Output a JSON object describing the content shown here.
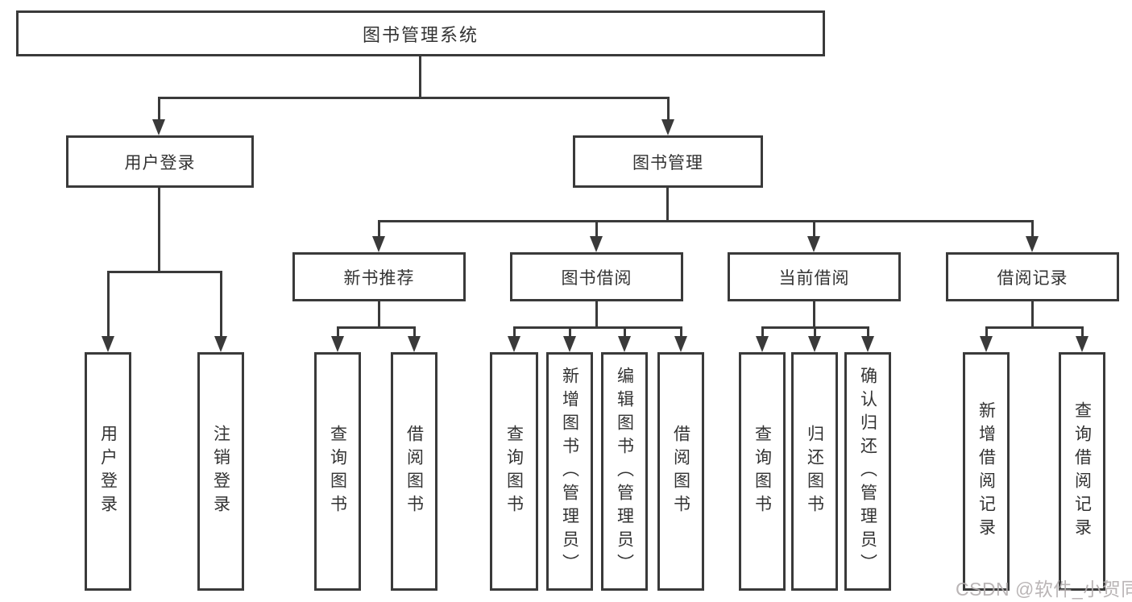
{
  "colors": {
    "line": "#3a3a3a",
    "box_border": "#3a3a3a",
    "text": "#333333",
    "watermark": "#b3aeaf",
    "background": "#ffffff"
  },
  "diagram": {
    "root": {
      "label": "图书管理系统"
    },
    "level2": [
      {
        "label": "用户登录"
      },
      {
        "label": "图书管理"
      }
    ],
    "level3": [
      {
        "label": "新书推荐",
        "parent": "图书管理"
      },
      {
        "label": "图书借阅",
        "parent": "图书管理"
      },
      {
        "label": "当前借阅",
        "parent": "图书管理"
      },
      {
        "label": "借阅记录",
        "parent": "图书管理"
      }
    ],
    "leaves": [
      {
        "label": "用户登录",
        "parent": "用户登录"
      },
      {
        "label": "注销登录",
        "parent": "用户登录"
      },
      {
        "label": "查询图书",
        "parent": "新书推荐"
      },
      {
        "label": "借阅图书",
        "parent": "新书推荐"
      },
      {
        "label": "查询图书",
        "parent": "图书借阅"
      },
      {
        "label": "新增图书（管理员）",
        "parent": "图书借阅"
      },
      {
        "label": "编辑图书（管理员）",
        "parent": "图书借阅"
      },
      {
        "label": "借阅图书",
        "parent": "图书借阅"
      },
      {
        "label": "查询图书",
        "parent": "当前借阅"
      },
      {
        "label": "归还图书",
        "parent": "当前借阅"
      },
      {
        "label": "确认归还（管理员）",
        "parent": "当前借阅"
      },
      {
        "label": "新增借阅记录",
        "parent": "借阅记录"
      },
      {
        "label": "查询借阅记录",
        "parent": "借阅记录"
      }
    ]
  },
  "watermark": {
    "text": "CSDN @软件_小贺同学"
  }
}
